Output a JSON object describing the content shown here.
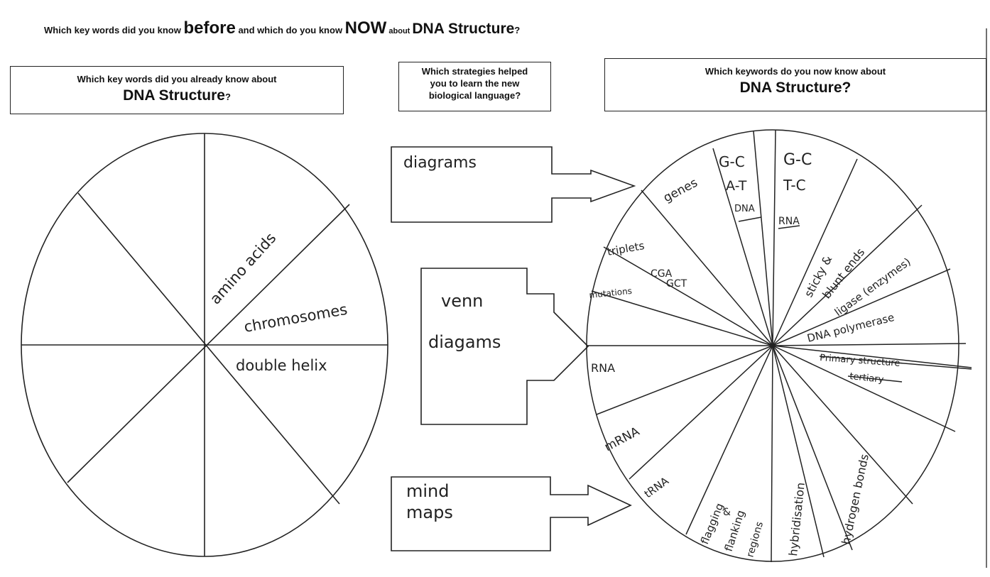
{
  "header": {
    "title_a": "Which key words did you know ",
    "title_before": "before",
    "title_b": " and which do you know ",
    "title_now": "NOW",
    "title_c": " about ",
    "title_topic": "DNA Structure",
    "title_q": "?"
  },
  "left_box": {
    "line1": "Which key words did you already know about",
    "line2": "DNA Structure",
    "q": "?"
  },
  "middle_box": {
    "line1": "Which strategies helped",
    "line2": "you to learn the new",
    "line3": "biological language?"
  },
  "right_box": {
    "line1": "Which keywords do you now know about",
    "line2": "DNA Structure?"
  },
  "left_wheel": {
    "words": [
      "amino acids",
      "chromosomes",
      "double helix"
    ]
  },
  "strategies": [
    "diagrams",
    "venn",
    "diagams",
    "mind",
    "maps"
  ],
  "right_wheel": {
    "words": {
      "genes": "genes",
      "gc1": "G-C",
      "at": "A-T",
      "dna": "DNA",
      "gc2": "G-C",
      "tc": "T-C",
      "rna_top": "RNA",
      "sticky": "sticky &",
      "blunt": "blunt ends",
      "ligase": "ligase (enzymes)",
      "polymerase": "DNA polymerase",
      "struck1": "Primary structure",
      "struck2": "tertiary",
      "triplets": "triplets",
      "cga": "CGA",
      "gct": "GCT",
      "mutations": "mutations",
      "rna": "RNA",
      "mrna": "mRNA",
      "trna": "tRNA",
      "flagging": "flagging",
      "amp": "&",
      "flanking": "flanking",
      "regions": "regions",
      "hybridisation": "hybridisation",
      "hydrogen": "hydrogen bonds"
    }
  }
}
